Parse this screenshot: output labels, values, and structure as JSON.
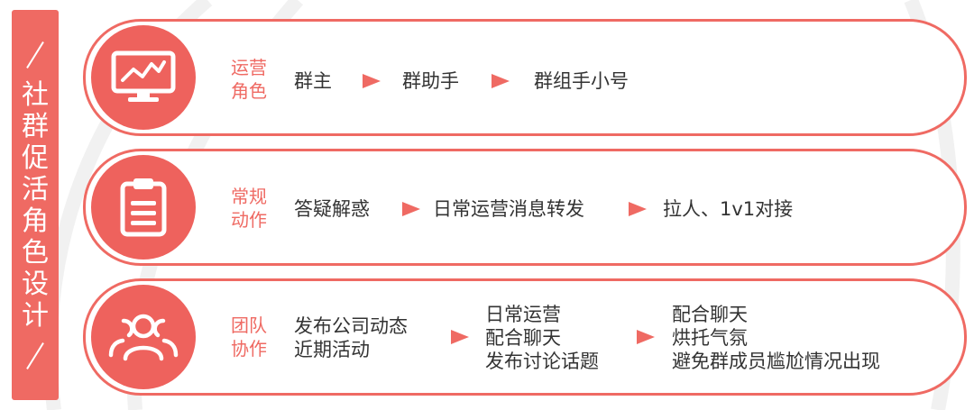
{
  "side_title": "社群促活角色设计",
  "colors": {
    "accent": "#ef6a63",
    "text": "#333333",
    "background": "#ffffff"
  },
  "rows": [
    {
      "icon": "monitor-chart-icon",
      "label": [
        "运营",
        "角色"
      ],
      "items": [
        "群主",
        "群助手",
        "群组手小号"
      ]
    },
    {
      "icon": "clipboard-list-icon",
      "label": [
        "常规",
        "动作"
      ],
      "items": [
        "答疑解惑",
        "日常运营消息转发",
        "拉人、1v1对接"
      ]
    },
    {
      "icon": "team-users-icon",
      "label": [
        "团队",
        "协作"
      ],
      "groups": [
        [
          "发布公司动态",
          "近期活动"
        ],
        [
          "日常运营",
          "配合聊天",
          "发布讨论话题"
        ],
        [
          "配合聊天",
          "烘托气氛",
          "避免群成员尴尬情况出现"
        ]
      ]
    }
  ]
}
